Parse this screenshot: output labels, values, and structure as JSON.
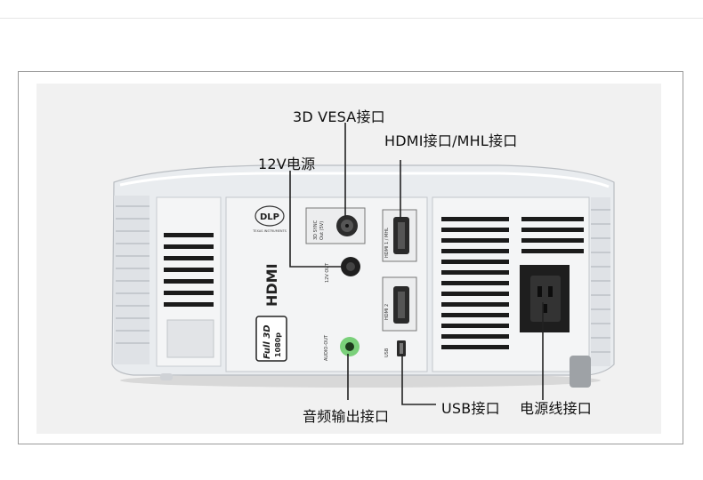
{
  "callouts": {
    "vesa": "3D VESA接口",
    "hdmi_mhl": "HDMI接口/MHL接口",
    "power12v": "12V电源",
    "audio": "音频输出接口",
    "usb": "USB接口",
    "power_cord": "电源线接口"
  },
  "panel": {
    "dlp_logo": "DLP",
    "dlp_sub": "TEXAS INSTRUMENTS",
    "hdmi_logo": "HDMI",
    "full3d_line1": "Full 3D",
    "full3d_line2": "1080p",
    "sync_label_1": "3D SYNC",
    "sync_label_2": "Out (5V)",
    "label_12v": "12V OUT",
    "label_hdmi1": "HDMI 1 / MHL",
    "label_hdmi2": "HDMI 2",
    "label_audio": "AUDIO-OUT",
    "label_usb": "USB"
  },
  "colors": {
    "line": "#222222",
    "body": "#e9ecef",
    "panel": "#f3f4f5",
    "vent": "#1b1b1b",
    "audio_port": "#7ad07a"
  }
}
